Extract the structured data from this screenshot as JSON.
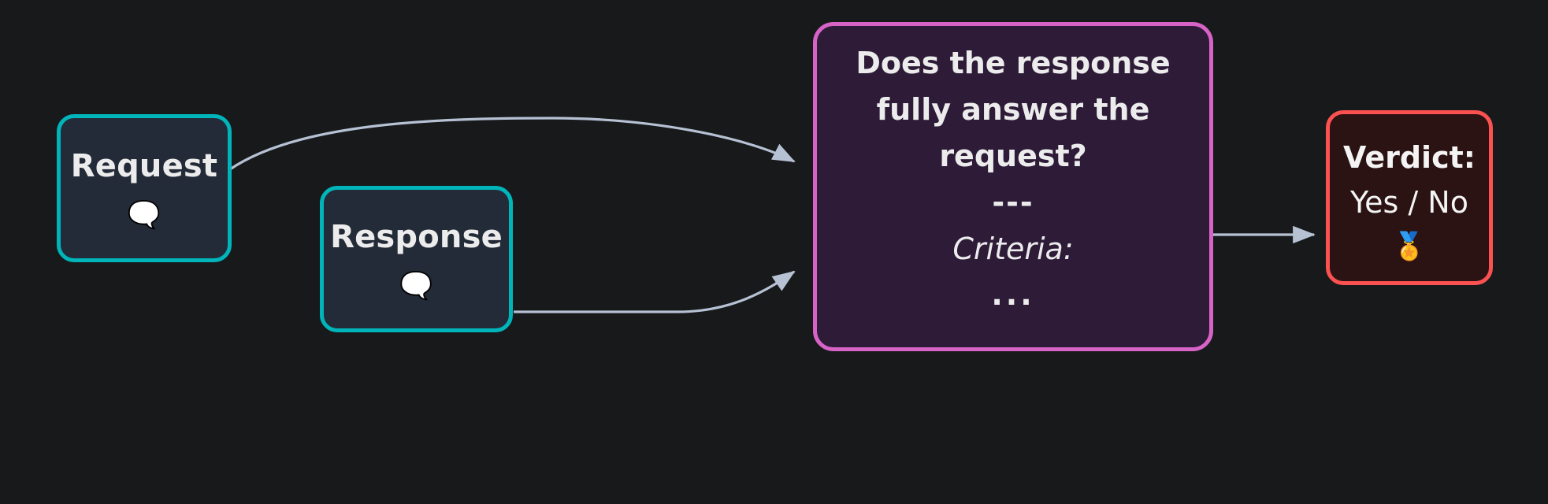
{
  "diagram": {
    "background_color": "#18191b",
    "edge_color": "#b6c2d4",
    "nodes": [
      {
        "id": "request",
        "title": "Request",
        "emoji": "🗨️",
        "emoji_name": "speech-balloon-icon",
        "border_color": "#00b5ba",
        "fill_color": "#232b38",
        "text_color": "#ececec"
      },
      {
        "id": "response",
        "title": "Response",
        "emoji": "🗨️",
        "emoji_name": "speech-balloon-icon",
        "border_color": "#00b5ba",
        "fill_color": "#232b38",
        "text_color": "#ececec"
      },
      {
        "id": "prompt",
        "lines": [
          "Does the response",
          "fully answer the",
          "request?",
          "---",
          "Criteria:",
          "..."
        ],
        "border_color": "#d763c6",
        "fill_color": "#2d1b38",
        "text_color": "#ececec"
      },
      {
        "id": "verdict",
        "title": "Verdict:",
        "value": "Yes / No",
        "emoji": "🏅",
        "emoji_name": "sports-medal-icon",
        "border_color": "#fc5151",
        "fill_color": "#2b1313",
        "text_color": "#f4f4f4"
      }
    ],
    "edges": [
      {
        "id": "request-to-prompt",
        "from": "request",
        "to": "prompt"
      },
      {
        "id": "response-to-prompt",
        "from": "response",
        "to": "prompt"
      },
      {
        "id": "prompt-to-verdict",
        "from": "prompt",
        "to": "verdict"
      }
    ]
  }
}
